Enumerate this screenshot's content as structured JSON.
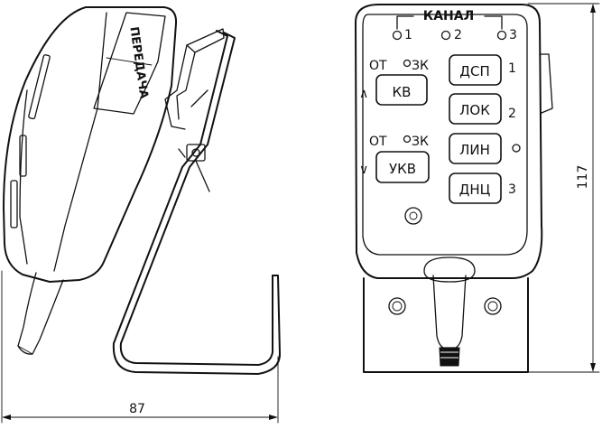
{
  "side_view": {
    "handset_label": "ПЕРЕДАЧА",
    "width_dimension": "87"
  },
  "front_view": {
    "channel_header": "КАНАЛ",
    "channel_numbers": [
      "1",
      "2",
      "3"
    ],
    "left_group": [
      {
        "switch_label": "ОТ",
        "switch_label_right": "ЗК",
        "button": "КВ",
        "arrow": "∧"
      },
      {
        "switch_label": "ОТ",
        "switch_label_right": "ЗК",
        "button": "УКВ",
        "arrow": "∨"
      }
    ],
    "right_buttons": [
      {
        "label": "ДСП",
        "marker": "1"
      },
      {
        "label": "ЛОК",
        "marker": "2"
      },
      {
        "label": "ЛИН",
        "marker": ""
      },
      {
        "label": "ДНЦ",
        "marker": "3"
      }
    ],
    "height_dimension": "117"
  }
}
